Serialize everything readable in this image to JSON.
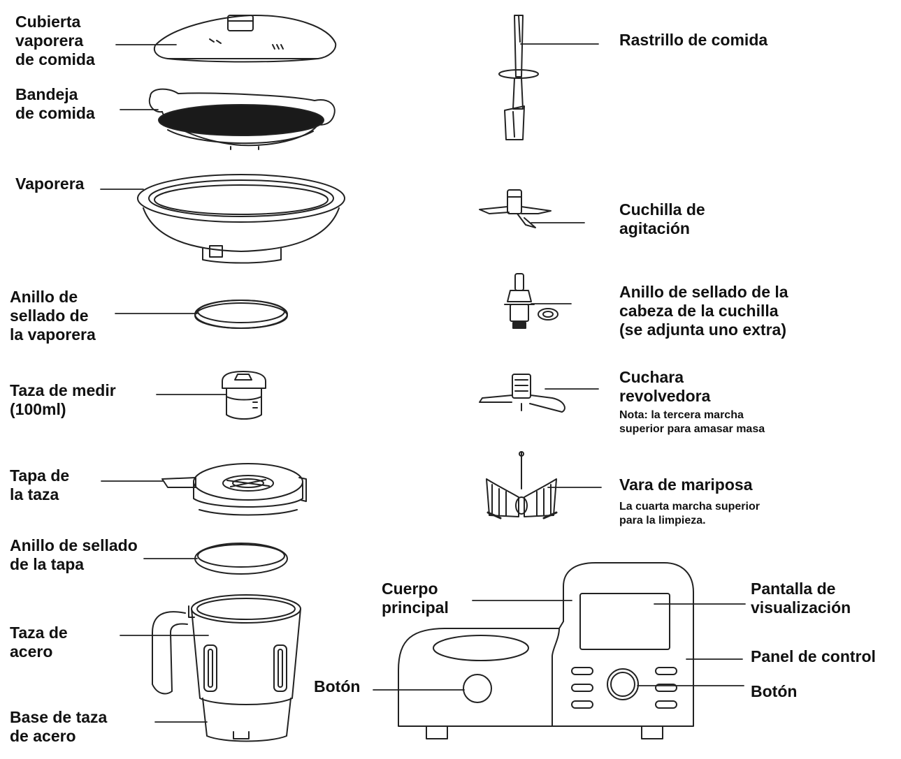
{
  "labels": {
    "cubierta": "Cubierta\nvaporera\nde comida",
    "bandeja": "Bandeja\nde comida",
    "vaporera": "Vaporera",
    "anillo_vaporera": "Anillo de\nsellado de\nla vaporera",
    "taza_medir": "Taza de medir\n(100ml)",
    "tapa_taza": "Tapa de\nla taza",
    "anillo_tapa": "Anillo de sellado\nde la tapa",
    "taza_acero": "Taza de\nacero",
    "base_taza": "Base de taza\nde acero",
    "rastrillo": "Rastrillo de comida",
    "cuchilla_agitacion": "Cuchilla de\nagitación",
    "anillo_cuchilla": "Anillo de sellado de la\ncabeza de la cuchilla\n(se adjunta uno extra)",
    "cuchara": "Cuchara\nrevolvedora",
    "cuchara_nota": "Nota: la tercera marcha\nsuperior para amasar masa",
    "vara": "Vara de mariposa",
    "vara_nota": "La cuarta marcha superior\npara la limpieza.",
    "cuerpo": "Cuerpo\nprincipal",
    "pantalla": "Pantalla de\nvisualización",
    "panel": "Panel de control",
    "boton_izq": "Botón",
    "boton_der": "Botón"
  }
}
